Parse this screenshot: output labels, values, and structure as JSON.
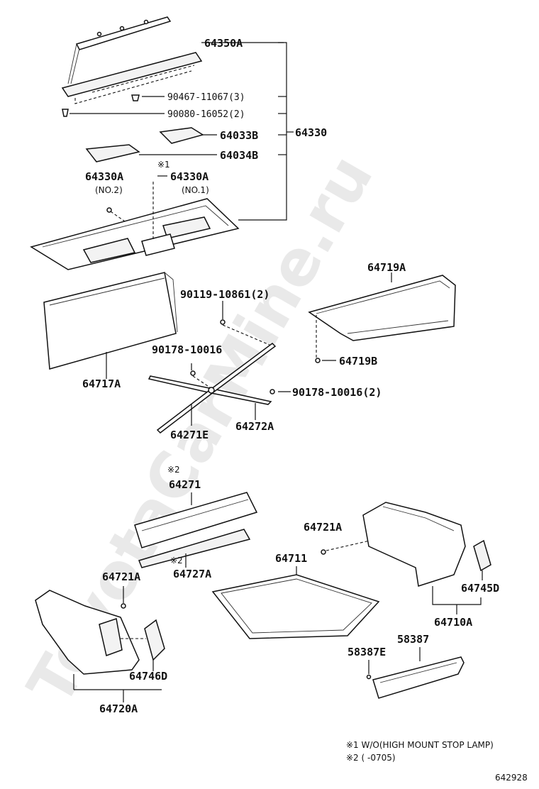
{
  "watermark": "ToyotaCarMine.ru",
  "diagram_id": "642928",
  "parts": {
    "cover_assy": "64350A",
    "screw_1": "90467-11067(3)",
    "screw_2": "90080-16052(2)",
    "cover_33b": "64033B",
    "cover_34b": "64034B",
    "panel_assy": "64330",
    "panel_a_no2": "64330A",
    "panel_a_no2_sub": "(NO.2)",
    "panel_a_no1_mark": "※1",
    "panel_a_no1": "64330A",
    "panel_a_no1_sub": "(NO.1)",
    "bolt_1": "90119-10861(2)",
    "trim_64717a": "64717A",
    "bolt_2": "90178-10016",
    "bolt_3": "90178-10016(2)",
    "rod_64271e": "64271E",
    "rod_64272a": "64272A",
    "lid_trim": "64719A",
    "clip_64719b": "64719B",
    "mark_2a": "※2",
    "trim_64271": "64271",
    "mark_2b": "※2",
    "trim_64727a": "64727A",
    "clip_64721a_r": "64721A",
    "mat_64711": "64711",
    "clip_64721a_l": "64721A",
    "cover_64745d": "64745D",
    "trim_64710a": "64710A",
    "screw_58387e": "58387E",
    "plate_58387": "58387",
    "cover_64746d": "64746D",
    "trim_64720a": "64720A"
  },
  "notes": {
    "note1": "※1 W/O(HIGH MOUNT STOP LAMP)",
    "note2": "※2 (        -0705)"
  }
}
